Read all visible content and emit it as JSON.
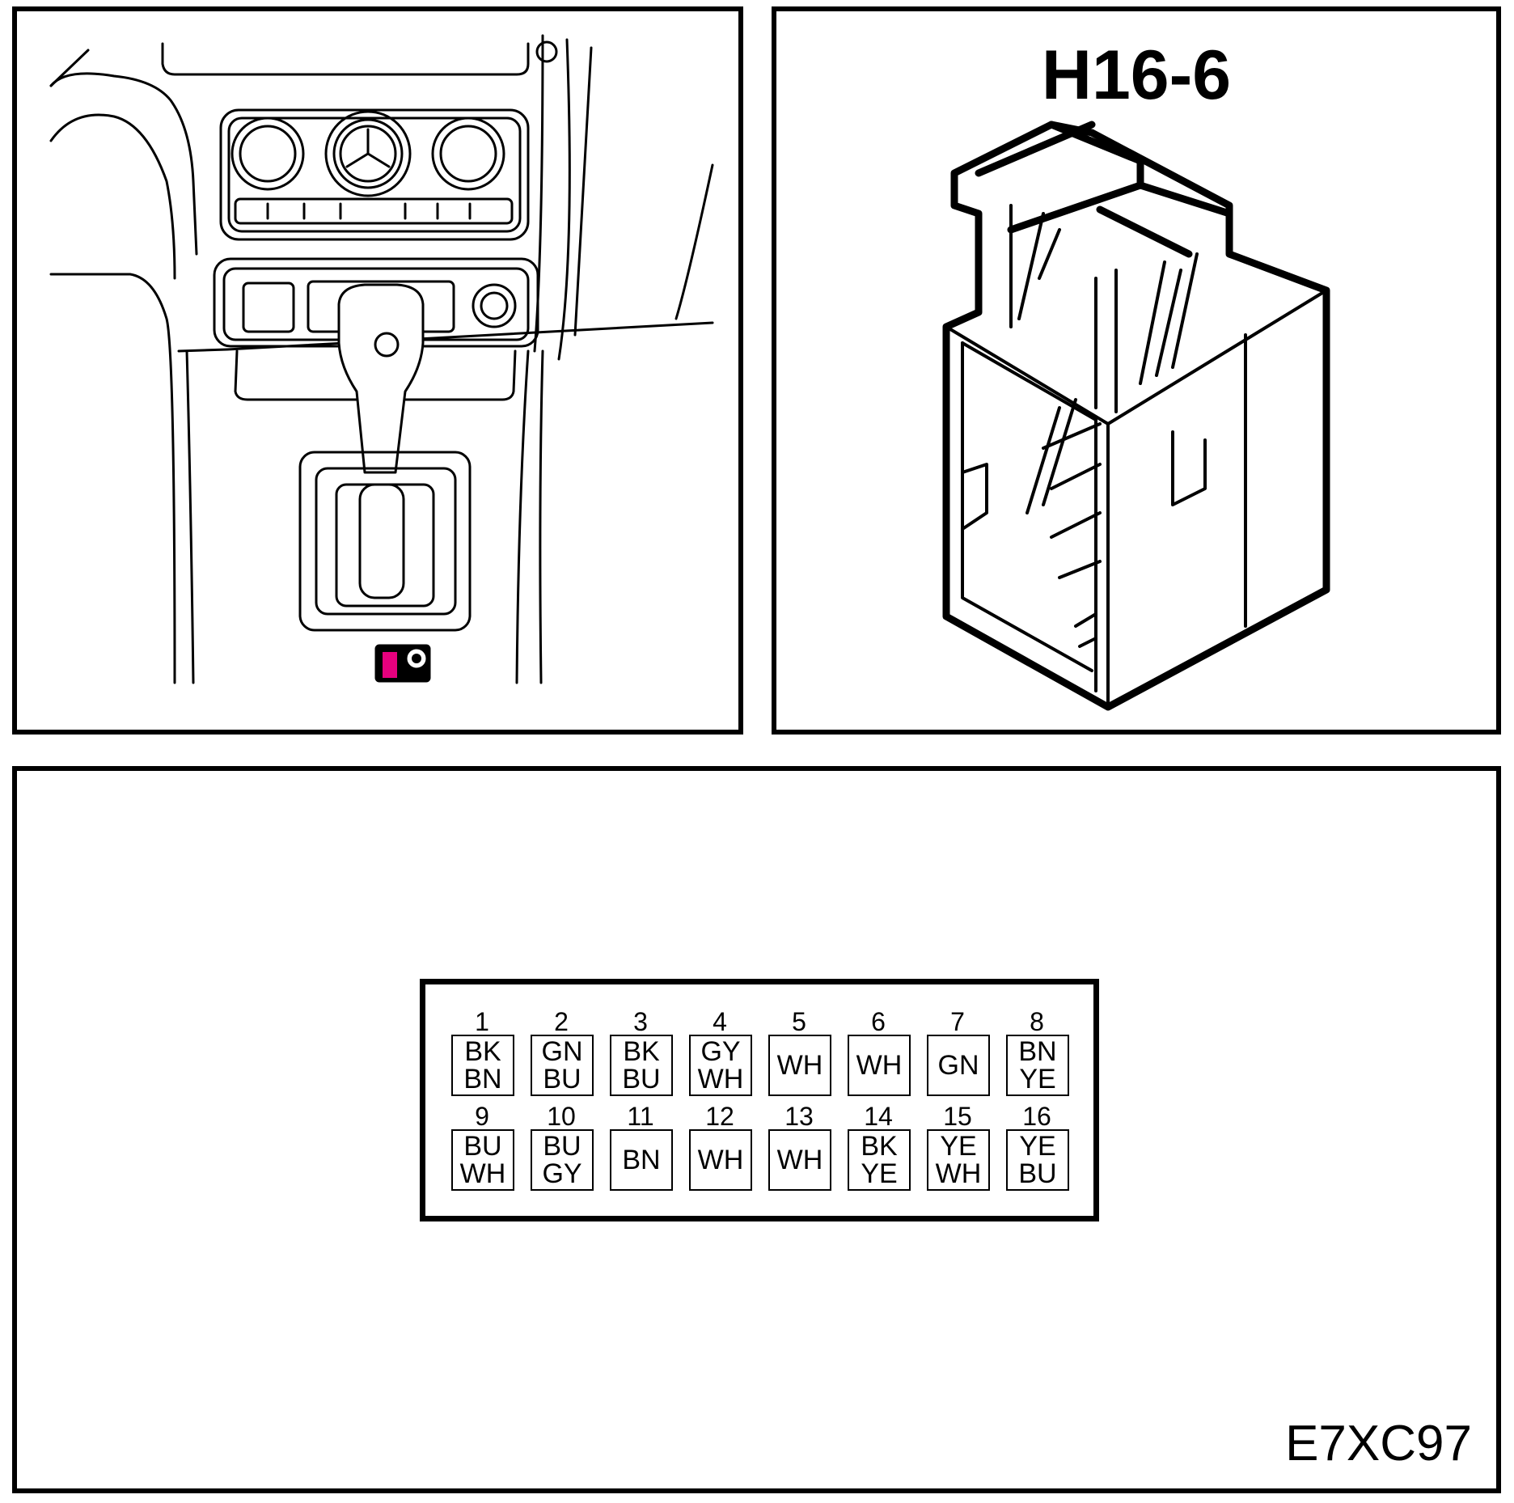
{
  "connector": {
    "title": "H16-6"
  },
  "location_marker": {
    "color": "#e6007e"
  },
  "pinout": {
    "pins": [
      {
        "num": "1",
        "colors": [
          "BK",
          "BN"
        ]
      },
      {
        "num": "2",
        "colors": [
          "GN",
          "BU"
        ]
      },
      {
        "num": "3",
        "colors": [
          "BK",
          "BU"
        ]
      },
      {
        "num": "4",
        "colors": [
          "GY",
          "WH"
        ]
      },
      {
        "num": "5",
        "colors": [
          "WH"
        ]
      },
      {
        "num": "6",
        "colors": [
          "WH"
        ]
      },
      {
        "num": "7",
        "colors": [
          "GN"
        ]
      },
      {
        "num": "8",
        "colors": [
          "BN",
          "YE"
        ]
      },
      {
        "num": "9",
        "colors": [
          "BU",
          "WH"
        ]
      },
      {
        "num": "10",
        "colors": [
          "BU",
          "GY"
        ]
      },
      {
        "num": "11",
        "colors": [
          "BN"
        ]
      },
      {
        "num": "12",
        "colors": [
          "WH"
        ]
      },
      {
        "num": "13",
        "colors": [
          "WH"
        ]
      },
      {
        "num": "14",
        "colors": [
          "BK",
          "YE"
        ]
      },
      {
        "num": "15",
        "colors": [
          "YE",
          "WH"
        ]
      },
      {
        "num": "16",
        "colors": [
          "YE",
          "BU"
        ]
      }
    ]
  },
  "figure_id": "E7XC97"
}
